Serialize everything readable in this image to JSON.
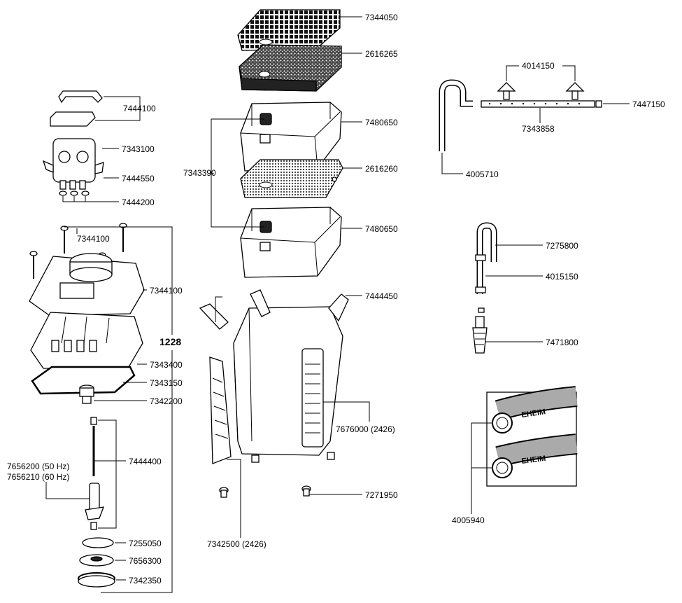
{
  "part_labels": {
    "p7344050": "7344050",
    "p2616265": "2616265",
    "p7480650a": "7480650",
    "p2616260": "2616260",
    "p7343390": "7343390",
    "p7480650b": "7480650",
    "p7444450": "7444450",
    "p7676000": "7676000  (2426)",
    "p7271950": "7271950",
    "p7342500": "7342500  (2426)",
    "p7444100a": "7444100",
    "p7343100": "7343100",
    "p7444550": "7444550",
    "p7444200": "7444200",
    "p7344100a": "7344100",
    "p7344100b": "7344100",
    "p1228": "1228",
    "p7343400": "7343400",
    "p7343150": "7343150",
    "p7342200": "7342200",
    "p7444400": "7444400",
    "p7656200": "7656200  (50 Hz)",
    "p7656210": "7656210  (60 Hz)",
    "p7255050": "7255050",
    "p7656300": "7656300",
    "p7342350": "7342350",
    "p4014150": "4014150",
    "p7447150": "7447150",
    "p7343858": "7343858",
    "p4005710": "4005710",
    "p7275800": "7275800",
    "p4015150": "4015150",
    "p7471800": "7471800",
    "p4005940": "4005940"
  },
  "hose_brand": "EHEIM"
}
